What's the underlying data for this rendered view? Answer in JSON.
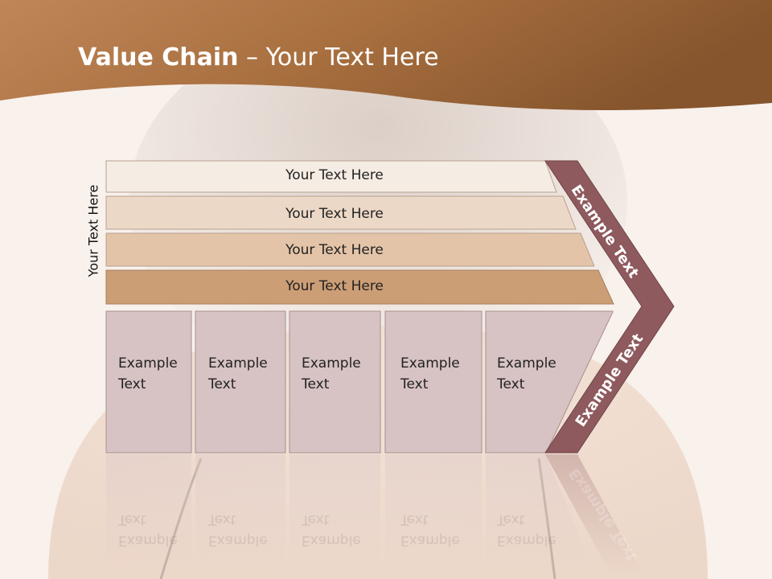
{
  "title": {
    "bold": "Value Chain",
    "rest": " – Your Text Here"
  },
  "side_label": "Your Text Here",
  "rows": [
    "Your Text Here",
    "Your Text Here",
    "Your Text Here",
    "Your Text Here"
  ],
  "boxes": [
    {
      "line1": "Example",
      "line2": "Text"
    },
    {
      "line1": "Example",
      "line2": "Text"
    },
    {
      "line1": "Example",
      "line2": "Text"
    },
    {
      "line1": "Example",
      "line2": "Text"
    },
    {
      "line1": "Example",
      "line2": "Text"
    }
  ],
  "chevron": {
    "upper": "Example Text",
    "lower": "Example Text"
  },
  "colors": {
    "header": "#b07a45",
    "chevron": "#8e5a5e",
    "rows": [
      "#f5ece4",
      "#ecd8c6",
      "#e4c4a8",
      "#cc9e76"
    ],
    "boxes": "#d7c2c4"
  }
}
